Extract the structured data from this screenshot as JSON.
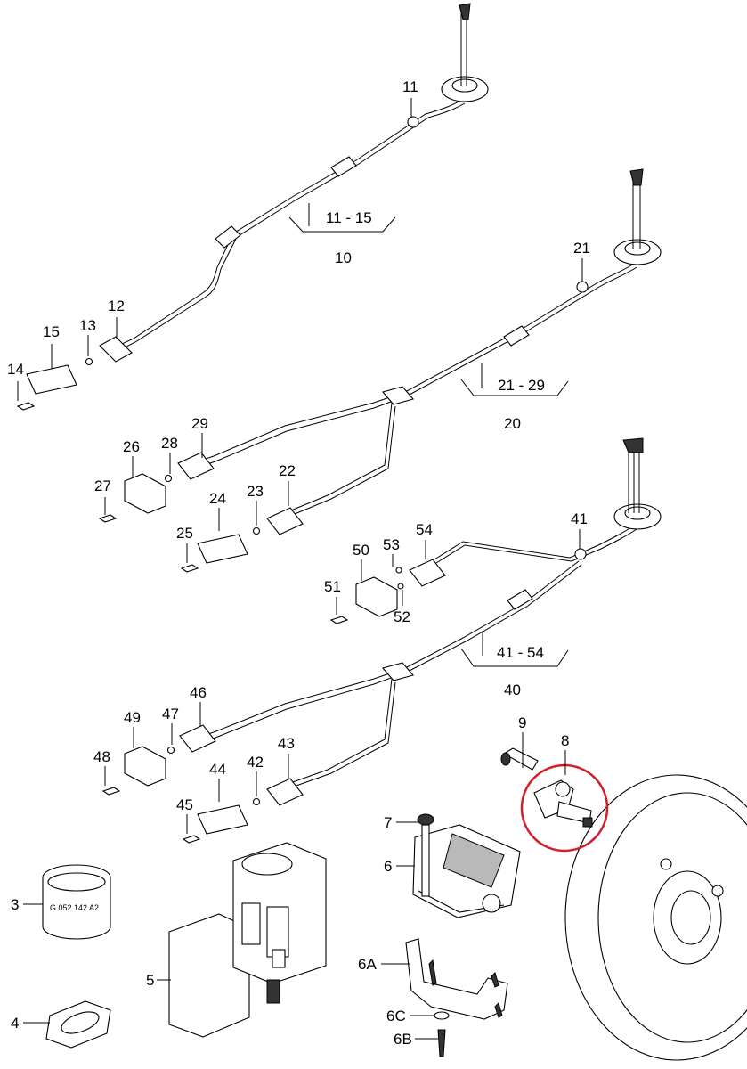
{
  "callouts": {
    "c11": "11",
    "c11_15": "11 - 15",
    "c10": "10",
    "c12": "12",
    "c13": "13",
    "c14": "14",
    "c15": "15",
    "c21": "21",
    "c21_29": "21 - 29",
    "c20": "20",
    "c22": "22",
    "c23": "23",
    "c24": "24",
    "c25": "25",
    "c26": "26",
    "c27": "27",
    "c28": "28",
    "c29": "29",
    "c41": "41",
    "c41_54": "41 - 54",
    "c40": "40",
    "c42": "42",
    "c43": "43",
    "c44": "44",
    "c45": "45",
    "c46": "46",
    "c47": "47",
    "c48": "48",
    "c49": "49",
    "c50": "50",
    "c51": "51",
    "c52": "52",
    "c53": "53",
    "c54": "54",
    "c9": "9",
    "c8": "8",
    "c7": "7",
    "c6": "6",
    "c6a": "6A",
    "c6c": "6C",
    "c6b": "6B",
    "c3": "3",
    "c4": "4",
    "c5": "5"
  },
  "part_text": {
    "clamp_marking": "G 052 142 A2"
  },
  "highlight": {
    "color": "#d0202a",
    "target": "8"
  }
}
